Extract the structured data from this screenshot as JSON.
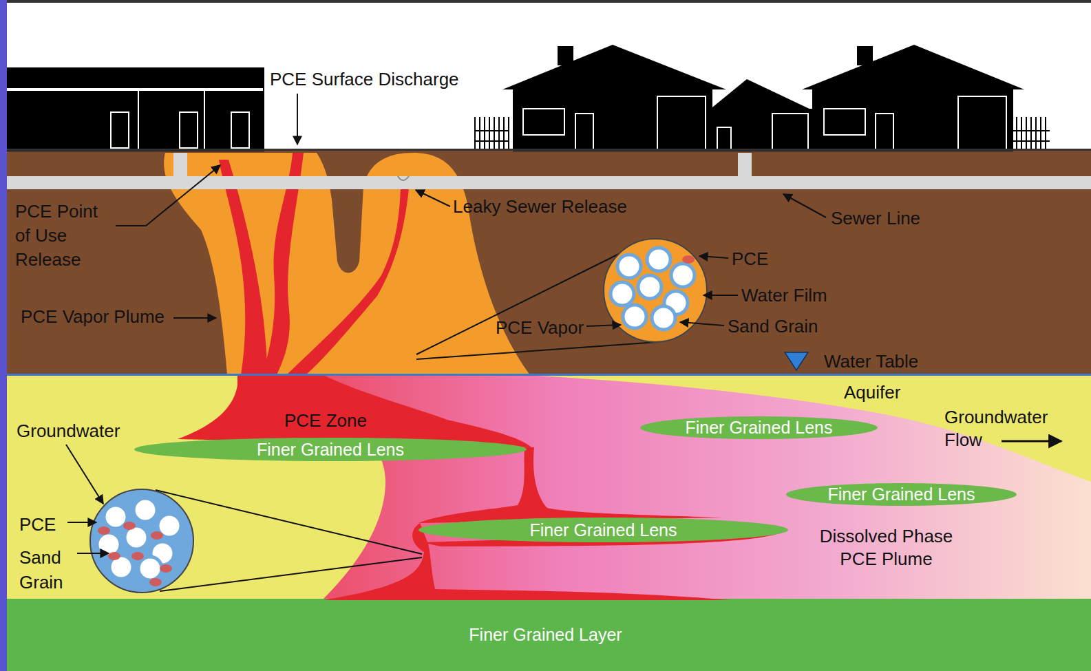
{
  "diagram": {
    "nodes": [
      {
        "text": [
          "Finer Grained Lens"
        ]
      },
      {
        "text": [
          "Finer Grained Lens"
        ]
      },
      {
        "text": [
          "Finer Grained Lens"
        ]
      },
      {
        "text": [
          "Finer Grained Lens"
        ]
      },
      {
        "text": [
          "Finer Grained Layer"
        ]
      }
    ],
    "labels": [
      "PCE Surface Discharge",
      "PCE Point of Use Release",
      "Leaky Sewer Release",
      "Sewer Line",
      "PCE",
      "Water Film",
      "PCE Vapor Plume",
      "PCE Vapor",
      "Sand Grain",
      "Water Table",
      "Aquifer",
      "Groundwater Flow",
      "PCE Zone",
      "Groundwater",
      "PCE",
      "Sand Grain",
      "Dissolved Phase PCE Plume"
    ]
  }
}
